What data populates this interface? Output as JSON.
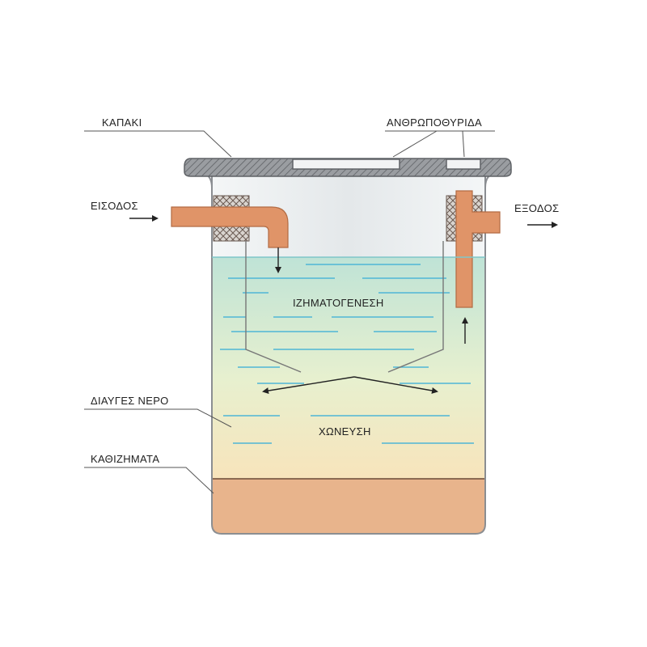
{
  "labels": {
    "lid": "ΚΑΠΑΚΙ",
    "manhole": "ΑΝΘΡΩΠΟΘΥΡΙΔΑ",
    "inlet": "ΕΙΣΟΔΟΣ",
    "outlet": "ΕΞΟΔΟΣ",
    "sedimentation": "ΙΖΗΜΑΤΟΓΕΝΕΣΗ",
    "clear_water": "ΔΙΑΥΓΕΣ ΝΕΡΟ",
    "digestion": "ΧΩΝΕΥΣΗ",
    "sediments": "ΚΑΘΙΖΗΜΑΤΑ"
  },
  "colors": {
    "pipe": "#e09468",
    "sediment": "#e8b48c",
    "water_top": "#bfe3d6",
    "water_bottom": "#f7e6bd",
    "air": "#eef0f1",
    "lid": "#8c8f93",
    "wave_line": "#4fb6d6"
  }
}
